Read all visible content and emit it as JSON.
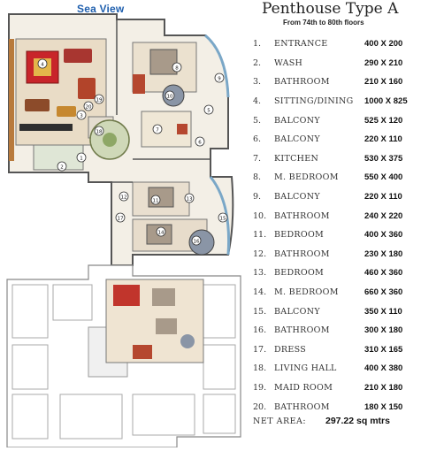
{
  "plan": {
    "sea_view": "Sea View",
    "markers": [
      "1",
      "2",
      "3",
      "4",
      "5",
      "6",
      "7",
      "8",
      "9",
      "10",
      "11",
      "12",
      "13",
      "14",
      "15",
      "16",
      "17",
      "18",
      "19",
      "20"
    ]
  },
  "header": {
    "title": "Penthouse Type A",
    "subtitle": "From 74th to 80th floors"
  },
  "rooms": [
    {
      "num": "1.",
      "name": "ENTRANCE",
      "size": "400 X 200"
    },
    {
      "num": "2.",
      "name": "WASH",
      "size": "290 X 210"
    },
    {
      "num": "3.",
      "name": "BATHROOM",
      "size": "210 X 160"
    },
    {
      "num": "4.",
      "name": "SITTING/DINING",
      "size": "1000 X 825"
    },
    {
      "num": "5.",
      "name": "BALCONY",
      "size": "525 X 120"
    },
    {
      "num": "6.",
      "name": "BALCONY",
      "size": "220 X 110"
    },
    {
      "num": "7.",
      "name": "KITCHEN",
      "size": "530 X 375"
    },
    {
      "num": "8.",
      "name": "M. BEDROOM",
      "size": "550 X 400"
    },
    {
      "num": "9.",
      "name": "BALCONY",
      "size": "220 X 110"
    },
    {
      "num": "10.",
      "name": "BATHROOM",
      "size": "240 X 220"
    },
    {
      "num": "11.",
      "name": "BEDROOM",
      "size": "400 X 360"
    },
    {
      "num": "12.",
      "name": "BATHROOM",
      "size": "230 X 180"
    },
    {
      "num": "13.",
      "name": "BEDROOM",
      "size": "460 X 360"
    },
    {
      "num": "14.",
      "name": "M. BEDROOM",
      "size": "660 X 360"
    },
    {
      "num": "15.",
      "name": "BALCONY",
      "size": "350 X 110"
    },
    {
      "num": "16.",
      "name": "BATHROOM",
      "size": "300 X 180"
    },
    {
      "num": "17.",
      "name": "DRESS",
      "size": "310 X 165"
    },
    {
      "num": "18.",
      "name": "LIVING HALL",
      "size": "400 X 380"
    },
    {
      "num": "19.",
      "name": "MAID ROOM",
      "size": "210 X 180"
    },
    {
      "num": "20.",
      "name": "BATHROOM",
      "size": "180 X 150"
    }
  ],
  "net_area": {
    "label": "NET AREA:",
    "value": "297.22 sq mtrs"
  }
}
